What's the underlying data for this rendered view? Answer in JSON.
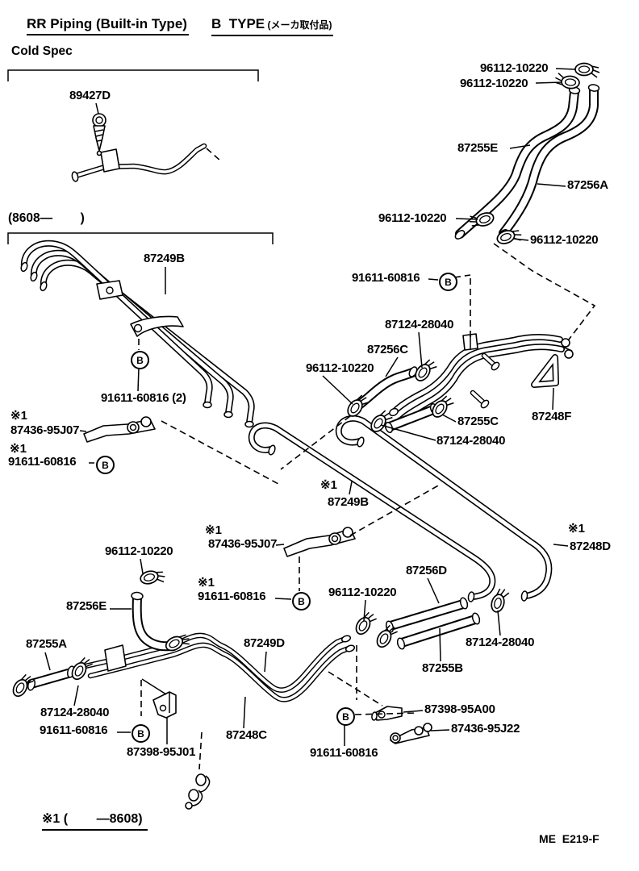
{
  "header": {
    "title": "RR Piping (Built-in Type)",
    "type_label": "B  TYPE",
    "type_note": " (メーカ取付品)",
    "cold_spec": "Cold Spec",
    "date_range": "(8608—        )",
    "footnote": "※1 (        —8608)",
    "doc_code": "ME  E219-F"
  },
  "markers": {
    "bolt_letter": "B"
  },
  "labels": [
    {
      "text": "96112-10220"
    },
    {
      "text": "96112-10220"
    },
    {
      "text": "87255E"
    },
    {
      "text": "87256A"
    },
    {
      "text": "96112-10220"
    },
    {
      "text": "96112-10220"
    },
    {
      "text": "89427D"
    },
    {
      "text": "87249B"
    },
    {
      "text": "91611-60816"
    },
    {
      "text": "87124-28040"
    },
    {
      "text": "87256C"
    },
    {
      "text": "96112-10220"
    },
    {
      "text": "91611-60816 (2)"
    },
    {
      "text": "87255C"
    },
    {
      "text": "87124-28040"
    },
    {
      "text": "87248F"
    },
    {
      "text": "※1"
    },
    {
      "text": "87436-95J07"
    },
    {
      "text": "※1"
    },
    {
      "text": "91611-60816"
    },
    {
      "text": "※1"
    },
    {
      "text": "87249B"
    },
    {
      "text": "※1"
    },
    {
      "text": "87248D"
    },
    {
      "text": "96112-10220"
    },
    {
      "text": "※1"
    },
    {
      "text": "87436-95J07"
    },
    {
      "text": "※1"
    },
    {
      "text": "91611-60816"
    },
    {
      "text": "87256D"
    },
    {
      "text": "96112-10220"
    },
    {
      "text": "87256E"
    },
    {
      "text": "87255A"
    },
    {
      "text": "87249D"
    },
    {
      "text": "87124-28040"
    },
    {
      "text": "87255B"
    },
    {
      "text": "87124-28040"
    },
    {
      "text": "91611-60816"
    },
    {
      "text": "87398-95J01"
    },
    {
      "text": "87248C"
    },
    {
      "text": "87398-95A00"
    },
    {
      "text": "87436-95J22"
    },
    {
      "text": "91611-60816"
    }
  ]
}
